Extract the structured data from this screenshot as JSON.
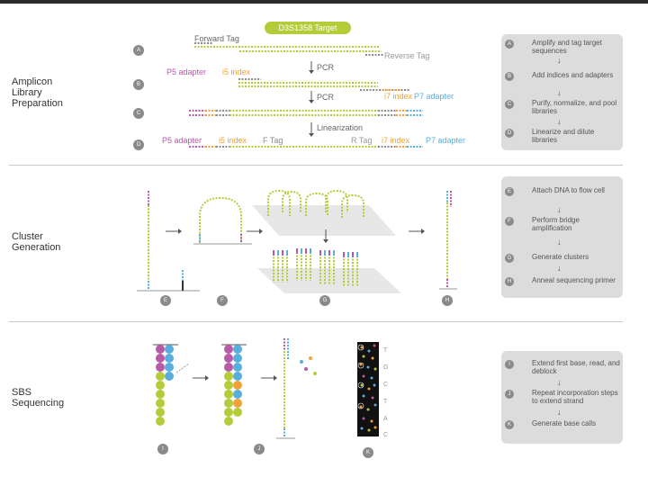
{
  "colors": {
    "green": "#b5cc3a",
    "purple": "#b85aa8",
    "orange": "#f0a23a",
    "blue": "#5aaedc",
    "gray": "#8a8a8a",
    "panel": "#dcdcdc"
  },
  "sections": {
    "amplicon": "Amplicon\nLibrary\nPreparation",
    "cluster": "Cluster\nGeneration",
    "sbs": "SBS\nSequencing"
  },
  "amplicon": {
    "target_pill": "D3S1358 Target",
    "forward_tag": "Forward Tag",
    "reverse_tag": "Reverse Tag",
    "p5_adapter": "P5 adapter",
    "i5_index": "i5 index",
    "pcr1": "PCR",
    "pcr2": "PCR",
    "i7_index": "i7 index",
    "p7_adapter": "P7 adapter",
    "linearization": "Linearization",
    "row_d": {
      "p5": "P5 adapter",
      "i5": "i5 index",
      "f_tag": "F Tag",
      "r_tag": "R Tag",
      "i7": "i7 index",
      "p7": "P7 adapter"
    },
    "letters": [
      "A",
      "B",
      "C",
      "D"
    ]
  },
  "cluster": {
    "letters": [
      "E",
      "F",
      "G",
      "H"
    ]
  },
  "sbs": {
    "letters": [
      "I",
      "J",
      "K"
    ],
    "bases": [
      "T",
      "G",
      "C",
      "T",
      "A",
      "C"
    ]
  },
  "panel_amplicon": [
    {
      "badge": "A",
      "text": "Amplify and tag target sequences"
    },
    {
      "badge": "B",
      "text": "Add indices and adapters"
    },
    {
      "badge": "C",
      "text": "Purify, normalize, and pool libraries"
    },
    {
      "badge": "D",
      "text": "Linearize and dilute libraries"
    }
  ],
  "panel_cluster": [
    {
      "badge": "E",
      "text": "Attach DNA to flow cell"
    },
    {
      "badge": "F",
      "text": "Perform bridge amplification"
    },
    {
      "badge": "G",
      "text": "Generate clusters"
    },
    {
      "badge": "H",
      "text": "Anneal sequencing primer"
    }
  ],
  "panel_sbs": [
    {
      "badge": "I",
      "text": "Extend first base, read, and deblock"
    },
    {
      "badge": "J",
      "text": "Repeat incorporation steps to extend strand"
    },
    {
      "badge": "K",
      "text": "Generate base calls"
    }
  ]
}
